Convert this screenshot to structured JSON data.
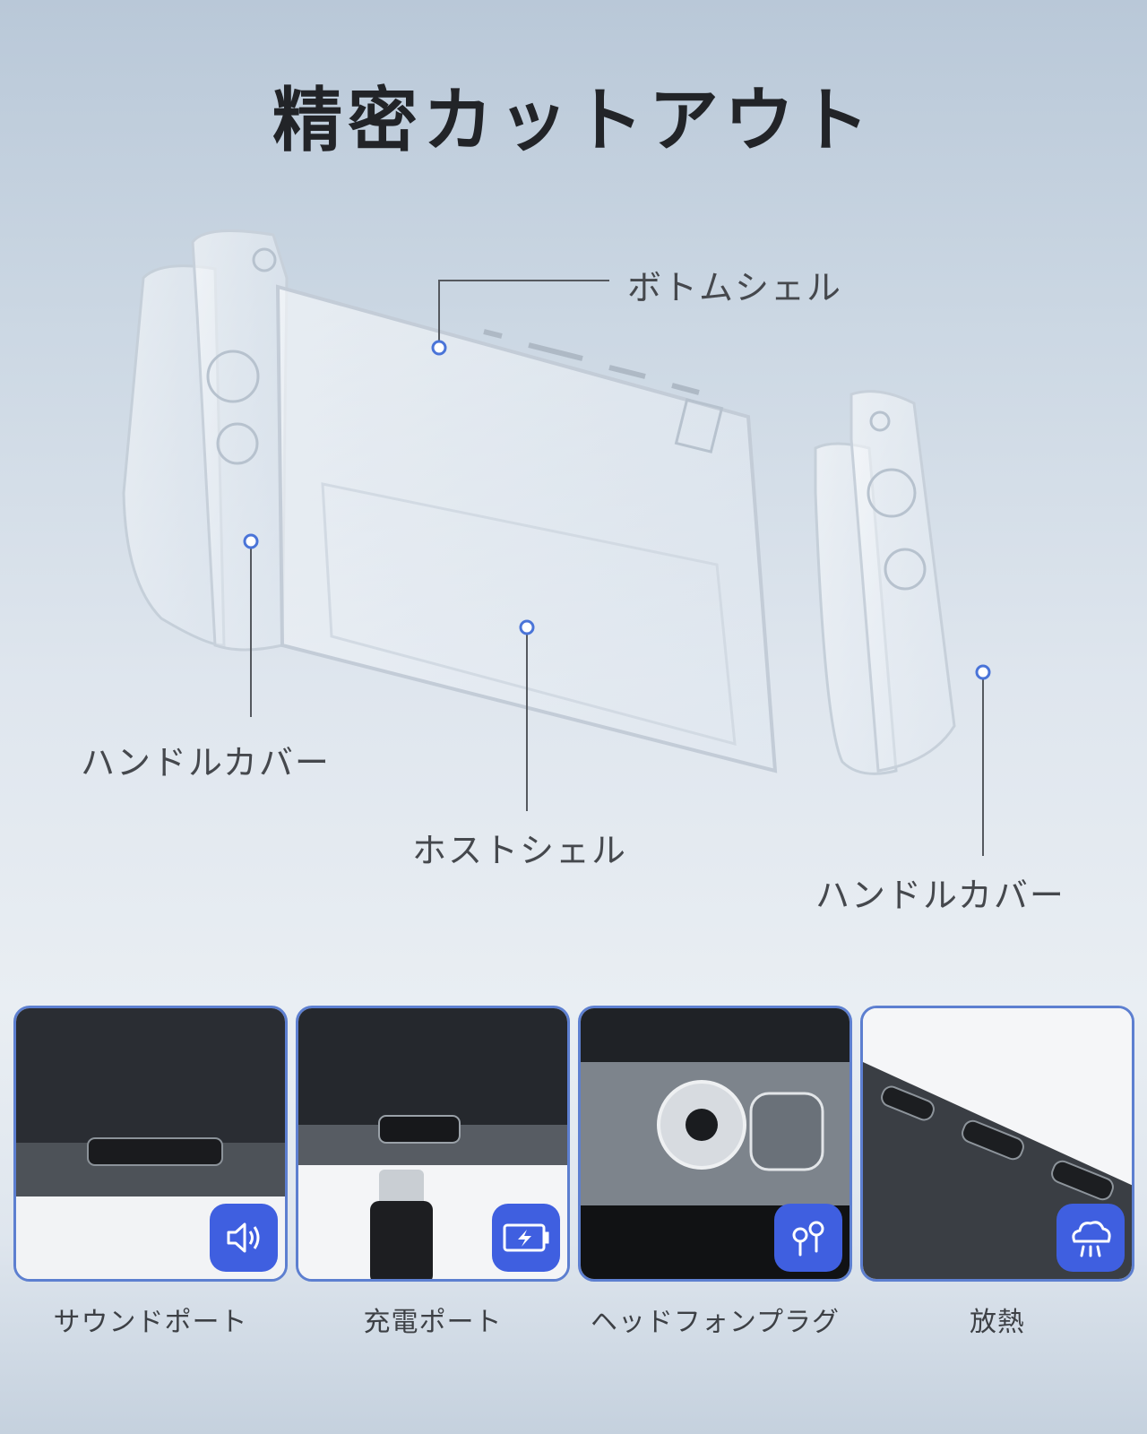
{
  "title": "精密カットアウト",
  "callouts": {
    "bottom_shell": "ボトムシェル",
    "handle_cover_left": "ハンドルカバー",
    "host_shell": "ホストシェル",
    "handle_cover_right": "ハンドルカバー"
  },
  "features": [
    {
      "label": "サウンドポート",
      "icon": "speaker-icon"
    },
    {
      "label": "充電ポート",
      "icon": "battery-charge-icon"
    },
    {
      "label": "ヘッドフォンプラグ",
      "icon": "earphones-icon"
    },
    {
      "label": "放熱",
      "icon": "heat-vent-icon"
    }
  ],
  "colors": {
    "accent": "#3f5fe0",
    "frame": "#5d7fd0"
  }
}
